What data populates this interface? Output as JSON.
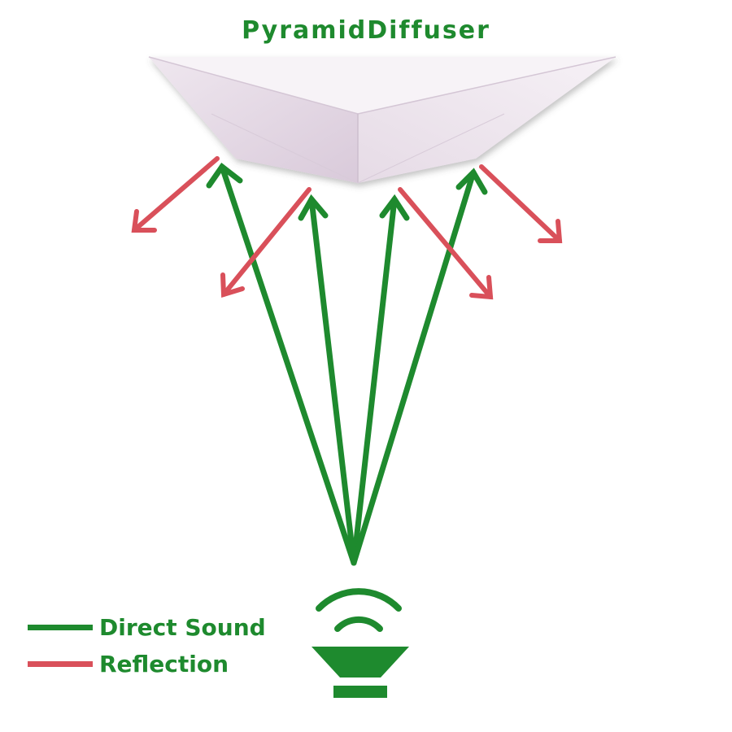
{
  "title": "PyramidDiffuser",
  "legend": {
    "items": [
      {
        "label": "Direct Sound",
        "color": "#1e8a2e"
      },
      {
        "label": "Reflection",
        "color": "#d9505a"
      }
    ]
  },
  "colors": {
    "direct": "#1e8a2e",
    "reflection": "#d9505a",
    "diffuser": "#ece3ec",
    "title": "#1e8a2e"
  },
  "icons": {
    "source": "speaker-icon",
    "panel": "pyramid-diffuser-panel"
  }
}
